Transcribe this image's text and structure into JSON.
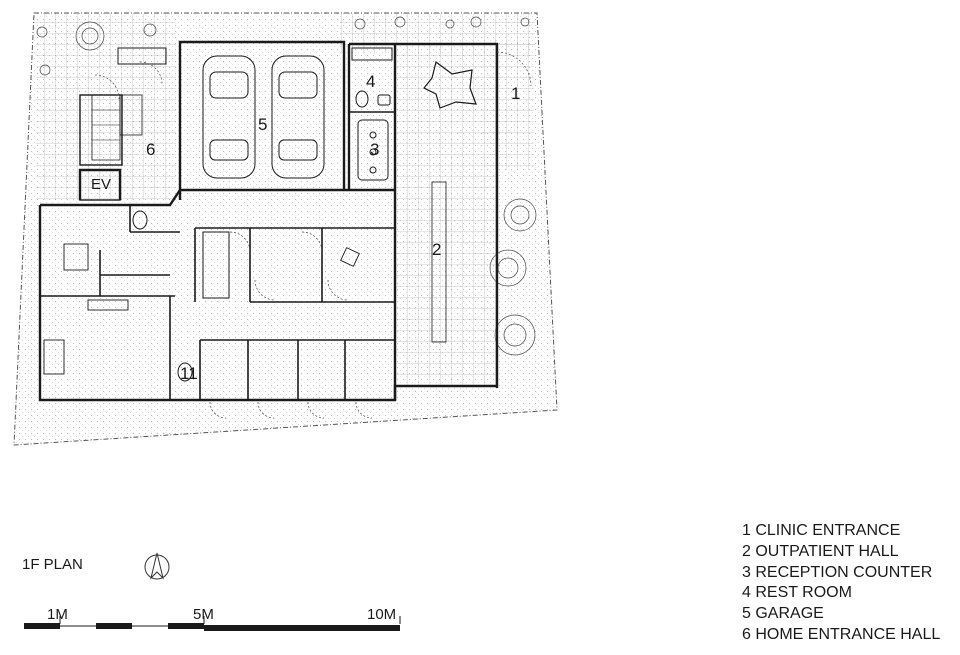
{
  "title": "1F PLAN",
  "room_numbers": {
    "r1": "1",
    "r2": "2",
    "r3": "3",
    "r4": "4",
    "r5": "5",
    "r6": "6",
    "r11": "11",
    "elevator": "EV"
  },
  "legend": [
    "1 CLINIC ENTRANCE",
    "2 OUTPATIENT HALL",
    "3 RECEPTION COUNTER",
    "4 REST ROOM",
    "5 GARAGE",
    "6 HOME ENTRANCE HALL"
  ],
  "scale_bar": {
    "labels": [
      "1M",
      "5M",
      "10M"
    ]
  },
  "icons": {
    "north": "north-arrow-icon"
  }
}
